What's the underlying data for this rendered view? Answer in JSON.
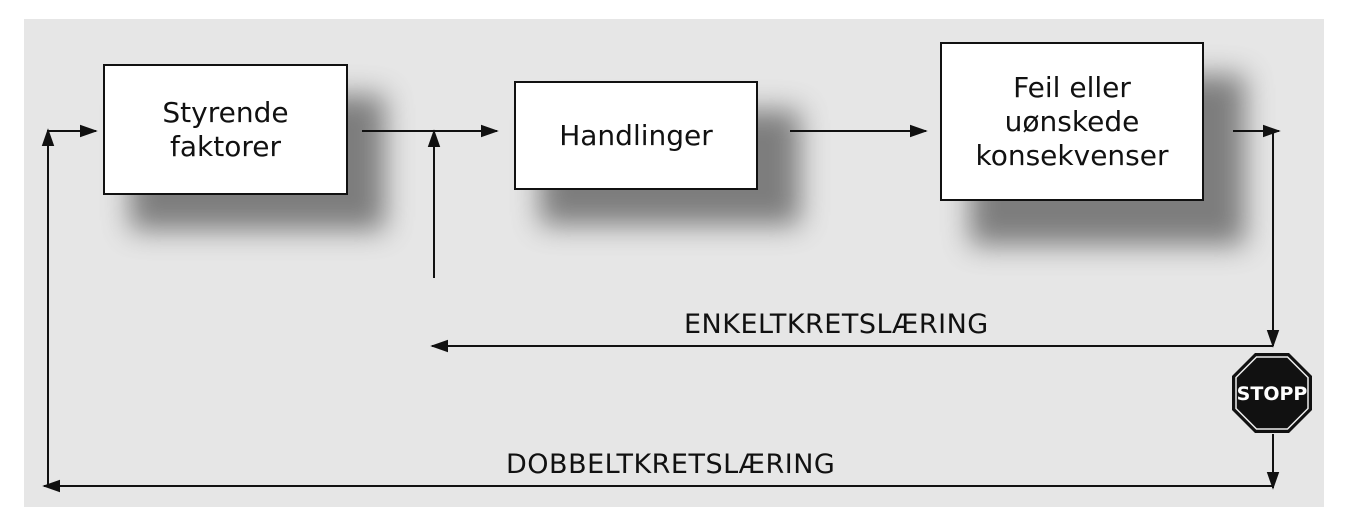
{
  "diagram": {
    "boxes": {
      "governing_factors": "Styrende\nfaktorer",
      "actions": "Handlinger",
      "errors": "Feil eller\nuønskede\nkonsekvenser"
    },
    "loops": {
      "single_loop": "ENKELTKRETSLÆRING",
      "double_loop": "DOBBELTKRETSLÆRING"
    },
    "stop_sign": "STOPP"
  },
  "colors": {
    "background": "#e6e6e6",
    "box_fill": "#ffffff",
    "line": "#111111",
    "stop_sign": "#111111"
  }
}
